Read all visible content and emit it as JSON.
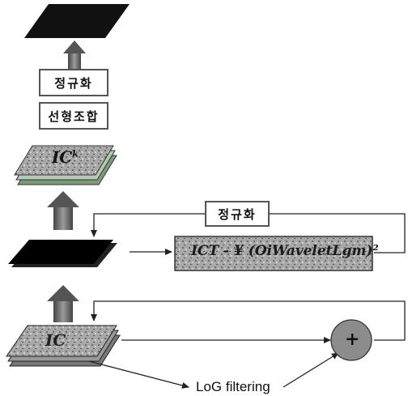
{
  "boxes": {
    "normalize_top": "정규화",
    "linear_combination": "선형조합",
    "normalize_mid": "정규화"
  },
  "labels": {
    "ic_base": "IC",
    "ic_sup": "k",
    "formula": "ICT - ¥ (OiWaveletLgm)²",
    "bottom_label": "IC",
    "plus": "+",
    "log_filtering": "LoG filtering"
  },
  "colors": {
    "dark_layer": "#111111",
    "grey_layer": "#9a9a9a",
    "arrow_fill": "#6e6e6e",
    "line": "#222222"
  }
}
